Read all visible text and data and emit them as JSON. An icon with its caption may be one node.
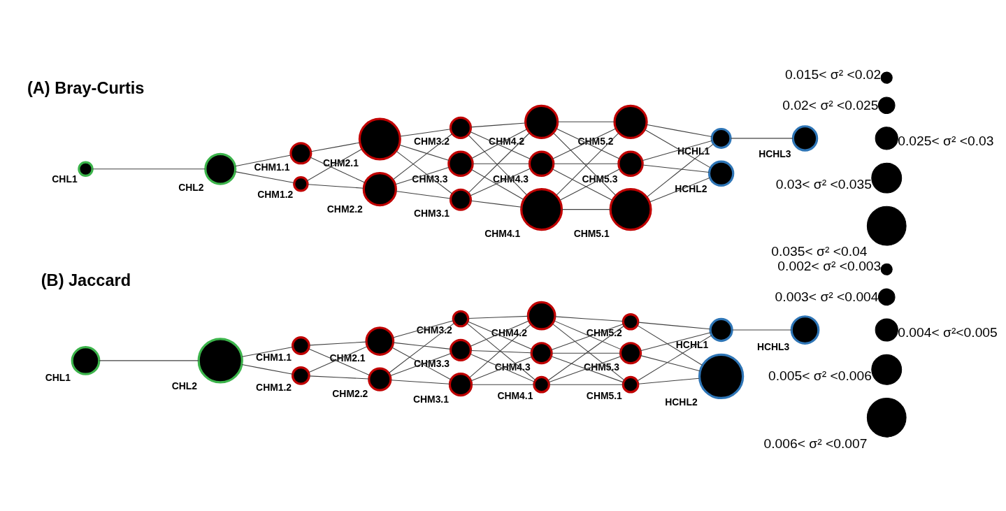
{
  "diagram": {
    "nodes": [
      {
        "text": [
          "CHL1"
        ]
      },
      {
        "text": [
          "CHL2"
        ]
      },
      {
        "text": [
          "CHM1.1"
        ]
      },
      {
        "text": [
          "CHM1.2"
        ]
      },
      {
        "text": [
          "CHM2.1"
        ]
      },
      {
        "text": [
          "CHM2.2"
        ]
      },
      {
        "text": [
          "CHM3.1"
        ]
      },
      {
        "text": [
          "CHM3.2"
        ]
      },
      {
        "text": [
          "CHM3.3"
        ]
      },
      {
        "text": [
          "CHM4.1"
        ]
      },
      {
        "text": [
          "CHM4.2"
        ]
      },
      {
        "text": [
          "CHM4.3"
        ]
      },
      {
        "text": [
          "CHM5.1"
        ]
      },
      {
        "text": [
          "CHM5.2"
        ]
      },
      {
        "text": [
          "CHM5.3"
        ]
      },
      {
        "text": [
          "HCHL1"
        ]
      },
      {
        "text": [
          "HCHL3"
        ]
      },
      {
        "text": [
          "HCHL2"
        ]
      },
      {
        "text": [
          "CHL1"
        ]
      },
      {
        "text": [
          "CHL2"
        ]
      },
      {
        "text": [
          "CHM1.1"
        ]
      },
      {
        "text": [
          "CHM1.2"
        ]
      },
      {
        "text": [
          "CHM2.1"
        ]
      },
      {
        "text": [
          "CHM2.2"
        ]
      },
      {
        "text": [
          "CHM3.1"
        ]
      },
      {
        "text": [
          "CHM3.2"
        ]
      },
      {
        "text": [
          "CHM3.3"
        ]
      },
      {
        "text": [
          "CHM4.1"
        ]
      },
      {
        "text": [
          "CHM4.2"
        ]
      },
      {
        "text": [
          "CHM4.3"
        ]
      },
      {
        "text": [
          "CHM5.1"
        ]
      },
      {
        "text": [
          "CHM5.2"
        ]
      },
      {
        "text": [
          "CHM5.3"
        ]
      },
      {
        "text": [
          "HCHL1"
        ]
      },
      {
        "text": [
          "HCHL3"
        ]
      },
      {
        "text": [
          "HCHL2"
        ]
      }
    ],
    "edges": [
      {
        "from": 0,
        "to": 1,
        "arrow": "none"
      },
      {
        "from": 1,
        "to": 2,
        "arrow": "none"
      },
      {
        "from": 1,
        "to": 3,
        "arrow": "none"
      },
      {
        "from": 2,
        "to": 4,
        "arrow": "none"
      },
      {
        "from": 2,
        "to": 5,
        "arrow": "none"
      },
      {
        "from": 3,
        "to": 4,
        "arrow": "none"
      },
      {
        "from": 3,
        "to": 5,
        "arrow": "none"
      },
      {
        "from": 4,
        "to": 6,
        "arrow": "none"
      },
      {
        "from": 4,
        "to": 7,
        "arrow": "none"
      },
      {
        "from": 4,
        "to": 8,
        "arrow": "none"
      },
      {
        "from": 5,
        "to": 6,
        "arrow": "none"
      },
      {
        "from": 5,
        "to": 7,
        "arrow": "none"
      },
      {
        "from": 5,
        "to": 8,
        "arrow": "none"
      },
      {
        "from": 6,
        "to": 9,
        "arrow": "none"
      },
      {
        "from": 6,
        "to": 10,
        "arrow": "none"
      },
      {
        "from": 6,
        "to": 11,
        "arrow": "none"
      },
      {
        "from": 7,
        "to": 9,
        "arrow": "none"
      },
      {
        "from": 7,
        "to": 10,
        "arrow": "none"
      },
      {
        "from": 7,
        "to": 11,
        "arrow": "none"
      },
      {
        "from": 8,
        "to": 9,
        "arrow": "none"
      },
      {
        "from": 8,
        "to": 10,
        "arrow": "none"
      },
      {
        "from": 8,
        "to": 11,
        "arrow": "none"
      },
      {
        "from": 9,
        "to": 12,
        "arrow": "none"
      },
      {
        "from": 9,
        "to": 13,
        "arrow": "none"
      },
      {
        "from": 9,
        "to": 14,
        "arrow": "none"
      },
      {
        "from": 10,
        "to": 12,
        "arrow": "none"
      },
      {
        "from": 10,
        "to": 13,
        "arrow": "none"
      },
      {
        "from": 10,
        "to": 14,
        "arrow": "none"
      },
      {
        "from": 11,
        "to": 12,
        "arrow": "none"
      },
      {
        "from": 11,
        "to": 13,
        "arrow": "none"
      },
      {
        "from": 11,
        "to": 14,
        "arrow": "none"
      },
      {
        "from": 12,
        "to": 15,
        "arrow": "none"
      },
      {
        "from": 12,
        "to": 17,
        "arrow": "none"
      },
      {
        "from": 13,
        "to": 15,
        "arrow": "none"
      },
      {
        "from": 13,
        "to": 17,
        "arrow": "none"
      },
      {
        "from": 14,
        "to": 15,
        "arrow": "none"
      },
      {
        "from": 14,
        "to": 17,
        "arrow": "none"
      },
      {
        "from": 15,
        "to": 16,
        "arrow": "none"
      },
      {
        "from": 18,
        "to": 19,
        "arrow": "none"
      },
      {
        "from": 19,
        "to": 20,
        "arrow": "none"
      },
      {
        "from": 19,
        "to": 21,
        "arrow": "none"
      },
      {
        "from": 20,
        "to": 22,
        "arrow": "none"
      },
      {
        "from": 20,
        "to": 23,
        "arrow": "none"
      },
      {
        "from": 21,
        "to": 22,
        "arrow": "none"
      },
      {
        "from": 21,
        "to": 23,
        "arrow": "none"
      },
      {
        "from": 22,
        "to": 24,
        "arrow": "none"
      },
      {
        "from": 22,
        "to": 25,
        "arrow": "none"
      },
      {
        "from": 22,
        "to": 26,
        "arrow": "none"
      },
      {
        "from": 23,
        "to": 24,
        "arrow": "none"
      },
      {
        "from": 23,
        "to": 25,
        "arrow": "none"
      },
      {
        "from": 23,
        "to": 26,
        "arrow": "none"
      },
      {
        "from": 24,
        "to": 27,
        "arrow": "none"
      },
      {
        "from": 24,
        "to": 28,
        "arrow": "none"
      },
      {
        "from": 24,
        "to": 29,
        "arrow": "none"
      },
      {
        "from": 25,
        "to": 27,
        "arrow": "none"
      },
      {
        "from": 25,
        "to": 28,
        "arrow": "none"
      },
      {
        "from": 25,
        "to": 29,
        "arrow": "none"
      },
      {
        "from": 26,
        "to": 27,
        "arrow": "none"
      },
      {
        "from": 26,
        "to": 28,
        "arrow": "none"
      },
      {
        "from": 26,
        "to": 29,
        "arrow": "none"
      },
      {
        "from": 27,
        "to": 30,
        "arrow": "none"
      },
      {
        "from": 27,
        "to": 31,
        "arrow": "none"
      },
      {
        "from": 27,
        "to": 32,
        "arrow": "none"
      },
      {
        "from": 28,
        "to": 30,
        "arrow": "none"
      },
      {
        "from": 28,
        "to": 31,
        "arrow": "none"
      },
      {
        "from": 28,
        "to": 32,
        "arrow": "none"
      },
      {
        "from": 29,
        "to": 30,
        "arrow": "none"
      },
      {
        "from": 29,
        "to": 31,
        "arrow": "none"
      },
      {
        "from": 29,
        "to": 32,
        "arrow": "none"
      },
      {
        "from": 30,
        "to": 33,
        "arrow": "none"
      },
      {
        "from": 30,
        "to": 35,
        "arrow": "none"
      },
      {
        "from": 31,
        "to": 33,
        "arrow": "none"
      },
      {
        "from": 31,
        "to": 35,
        "arrow": "none"
      },
      {
        "from": 32,
        "to": 33,
        "arrow": "none"
      },
      {
        "from": 32,
        "to": 35,
        "arrow": "none"
      },
      {
        "from": 33,
        "to": 34,
        "arrow": "none"
      }
    ],
    "labels": [
      "(A) Bray-Curtis",
      "(B) Jaccard"
    ],
    "legend": [
      {
        "text": "0.015< σ² <0.02"
      },
      {
        "text": "0.02< σ² <0.025"
      },
      {
        "text": "0.025< σ² <0.03"
      },
      {
        "text": "0.03< σ² <0.035"
      },
      {
        "text": "0.035< σ² <0.04"
      },
      {
        "text": "0.002< σ² <0.003"
      },
      {
        "text": "0.003< σ² <0.004"
      },
      {
        "text": "0.004< σ²<0.005"
      },
      {
        "text": "0.005< σ² <0.006"
      },
      {
        "text": "0.006< σ² <0.007"
      }
    ]
  }
}
